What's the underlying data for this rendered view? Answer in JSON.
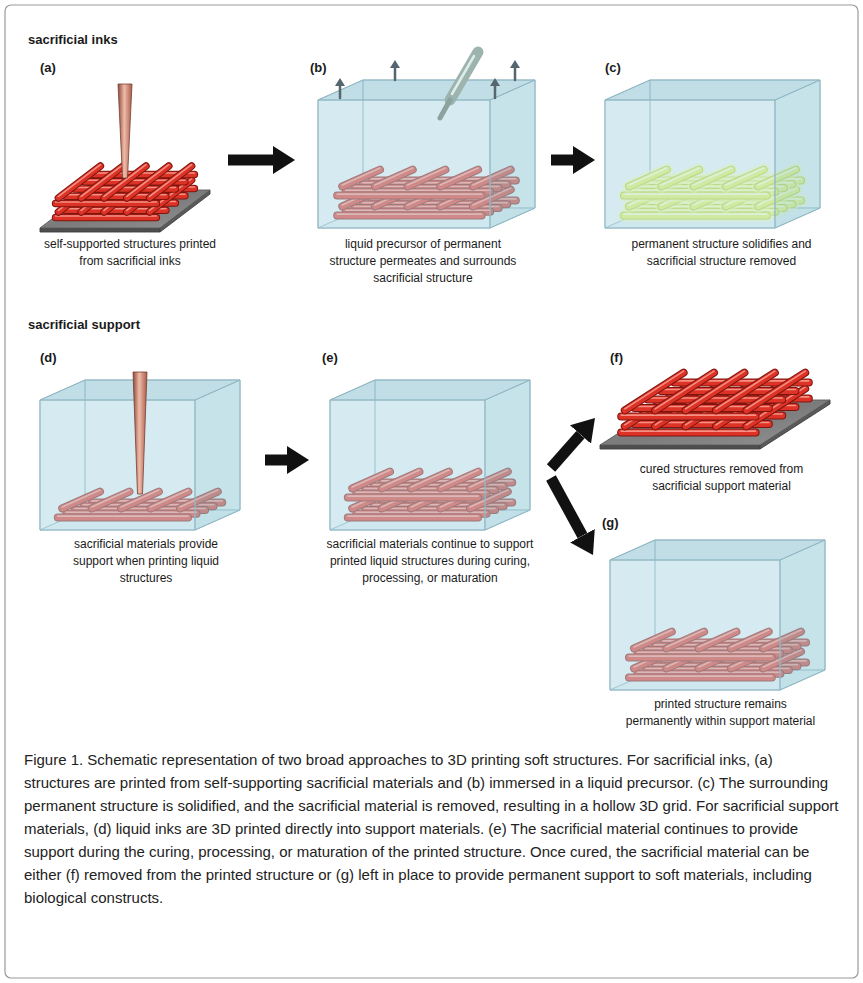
{
  "diagram": {
    "caption": "Figure 1. Schematic representation of two broad approaches to 3D printing soft structures. For sacrificial inks, (a) structures are printed from self-supporting sacrificial materials and (b) immersed in a liquid precursor. (c) The surrounding permanent structure is solidified, and the sacrificial material is removed, resulting in a hollow 3D grid. For sacrificial support materials, (d) liquid inks are 3D printed directly into support materials. (e) The sacrificial material continues to provide support during the curing, processing, or maturation of the printed structure. Once cured, the sacrificial material can be either (f) removed from the printed structure or (g) left in place to provide permanent support to soft materials, including biological constructs.",
    "nodes": [
      {
        "text": [
          "(a)",
          "self-supported structures printed from sacrificial inks"
        ]
      },
      {
        "text": [
          "(b)",
          "liquid precursor of permanent structure permeates and surrounds sacrificial structure"
        ]
      },
      {
        "text": [
          "(c)",
          "permanent structure solidifies and sacrificial structure removed"
        ]
      },
      {
        "text": [
          "(d)",
          "sacrificial materials provide support when printing liquid structures"
        ]
      },
      {
        "text": [
          "(e)",
          "sacrificial materials continue to support printed liquid structures during curing, processing, or maturation"
        ]
      },
      {
        "text": [
          "(f)",
          "cured structures removed from sacrificial support material"
        ]
      },
      {
        "text": [
          "(g)",
          "printed structure remains permanently within support material"
        ]
      }
    ],
    "edges": [
      {
        "from": 0,
        "to": 1,
        "arrow": "to"
      },
      {
        "from": 1,
        "to": 2,
        "arrow": "to"
      },
      {
        "from": 3,
        "to": 4,
        "arrow": "to"
      },
      {
        "from": 4,
        "to": 5,
        "arrow": "to"
      },
      {
        "from": 4,
        "to": 6,
        "arrow": "to"
      }
    ],
    "labels": [
      "sacrificial inks",
      "sacrificial support"
    ]
  }
}
